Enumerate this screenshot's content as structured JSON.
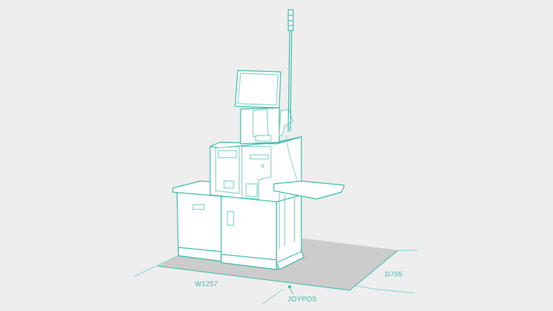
{
  "illustration": {
    "subject": "self-checkout kiosk",
    "colors": {
      "background": "#eeeeee",
      "line": "#2fb7a3",
      "line_light": "#7fd3c6",
      "fill": "#ffffff",
      "footprint": "#cccccc",
      "label": "#3fb5a5"
    }
  },
  "dimensions": {
    "width_label": "W1257",
    "depth_label": "D705"
  },
  "brand": {
    "name": "JOYPOS"
  }
}
